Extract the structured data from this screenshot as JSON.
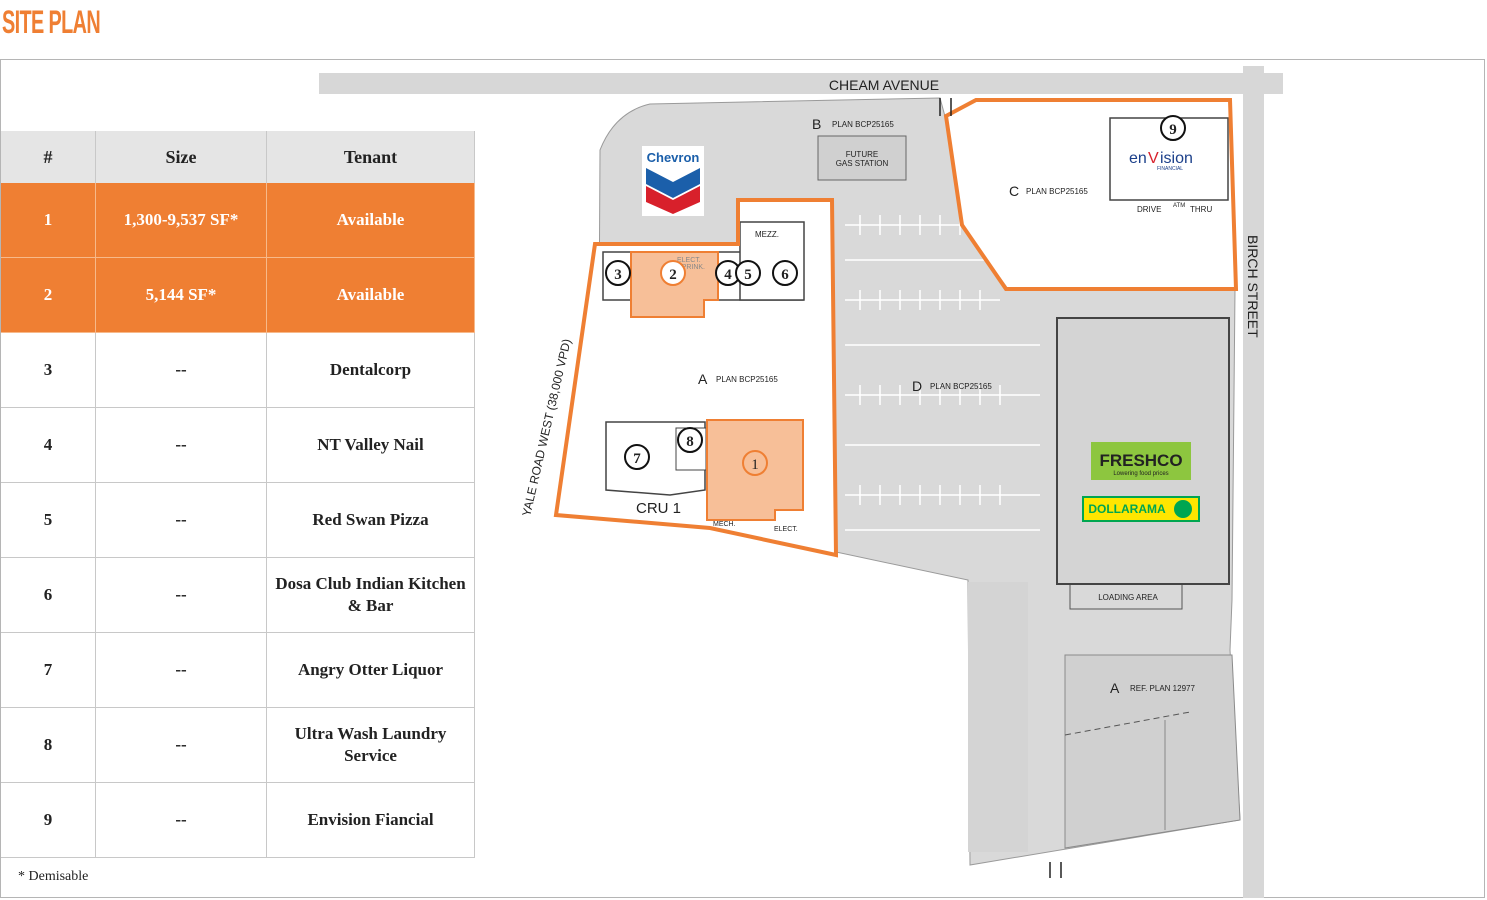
{
  "page_title": "SITE PLAN",
  "table": {
    "headers": [
      "#",
      "Size",
      "Tenant"
    ],
    "rows": [
      {
        "num": "1",
        "size": "1,300-9,537 SF*",
        "tenant": "Available",
        "available": true
      },
      {
        "num": "2",
        "size": "5,144 SF*",
        "tenant": "Available",
        "available": true
      },
      {
        "num": "3",
        "size": "--",
        "tenant": "Dentalcorp",
        "available": false
      },
      {
        "num": "4",
        "size": "--",
        "tenant": "NT Valley Nail",
        "available": false
      },
      {
        "num": "5",
        "size": "--",
        "tenant": "Red Swan Pizza",
        "available": false
      },
      {
        "num": "6",
        "size": "--",
        "tenant": "Dosa Club Indian Kitchen & Bar",
        "available": false
      },
      {
        "num": "7",
        "size": "--",
        "tenant": "Angry Otter Liquor",
        "available": false
      },
      {
        "num": "8",
        "size": "--",
        "tenant": "Ultra Wash Laundry Service",
        "available": false
      },
      {
        "num": "9",
        "size": "--",
        "tenant": "Envision Fiancial",
        "available": false
      }
    ]
  },
  "footnote": "* Demisable",
  "map": {
    "streets": {
      "north": "CHEAM AVENUE",
      "east": "BIRCH STREET",
      "west": "YALE ROAD WEST (38,000 VPD)"
    },
    "parcels": {
      "a_letter": "A",
      "a_plan": "PLAN  BCP25165",
      "b_letter": "B",
      "b_plan": "PLAN  BCP25165",
      "c_letter": "C",
      "c_plan": "PLAN  BCP25165",
      "d_letter": "D",
      "d_plan": "PLAN  BCP25165",
      "a2_letter": "A",
      "a2_plan": "REF.  PLAN  12977"
    },
    "labels": {
      "future_gas_1": "FUTURE",
      "future_gas_2": "GAS STATION",
      "cru1": "CRU 1",
      "mezz": "MEZZ.",
      "elect_sprink_1": "ELECT.",
      "elect_sprink_2": "SPRINK.",
      "mech": "MECH.",
      "elect": "ELECT.",
      "drive": "DRIVE",
      "atm": "ATM",
      "thru": "THRU",
      "loading": "LOADING  AREA"
    },
    "unit_numbers": [
      "1",
      "2",
      "3",
      "4",
      "5",
      "6",
      "7",
      "8",
      "9"
    ],
    "logos": {
      "chevron": "Chevron",
      "envision_1": "en",
      "envision_2": "V",
      "envision_3": "ision",
      "envision_sub": "FINANCIAL",
      "freshco": "FRESHCO",
      "freshco_sub": "Lowering food prices",
      "dollarama": "DOLLARAMA"
    },
    "colors": {
      "accent": "#ef7f33",
      "available_fill": "#f7bf98",
      "lot": "#d9d9d9",
      "street": "#d7d7d7",
      "chevron_blue": "#1b5faa",
      "chevron_red": "#d8202b",
      "freshco_green": "#8dc63f",
      "dollarama_green": "#00a651"
    }
  }
}
